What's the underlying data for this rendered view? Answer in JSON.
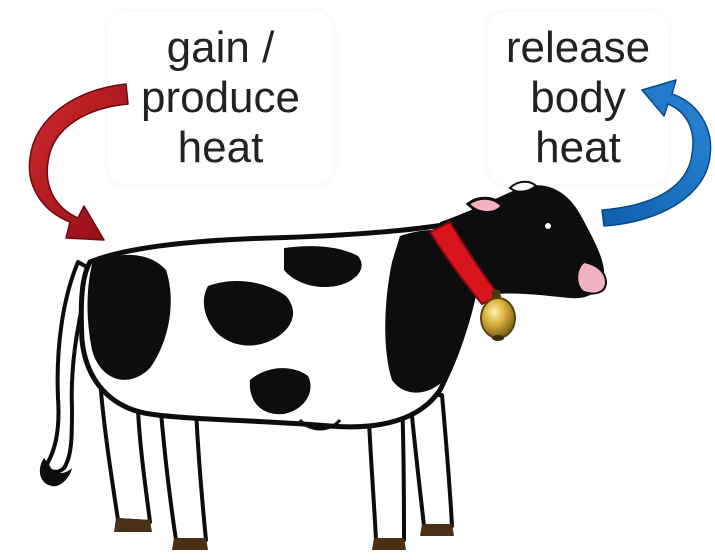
{
  "labels": {
    "gain": {
      "line1": "gain /",
      "line2": "produce",
      "line3": "heat"
    },
    "release": {
      "line1": "release",
      "line2": "body",
      "line3": "heat"
    }
  },
  "colors": {
    "gain_arrow": "#b3121c",
    "release_arrow": "#1166b8",
    "collar": "#d8141c",
    "bell": "#c8a132",
    "cow_black": "#0d0d0d",
    "muzzle_pink": "#f3b2c0"
  },
  "icons": {
    "gain_arrow": "curved-arrow-down-right",
    "release_arrow": "curved-arrow-up-left",
    "animal": "holstein-cow"
  }
}
